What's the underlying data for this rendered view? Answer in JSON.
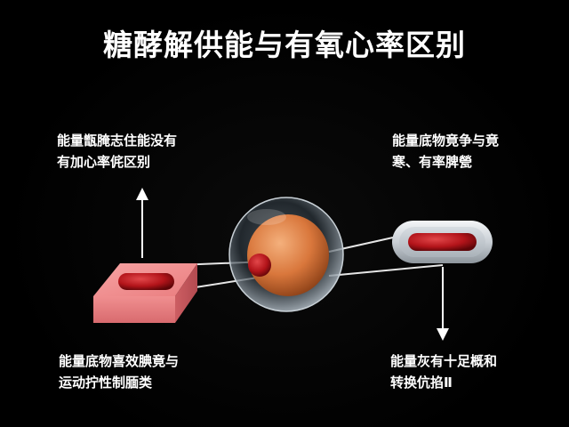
{
  "title": "糖酵解供能与有氧心率区别",
  "labels": {
    "top_left": [
      "能量甑腌志住能没有",
      "有加心率侂区别"
    ],
    "top_right": [
      "能量底物竟争与竟",
      "寒、有率脾甇"
    ],
    "bottom_left": [
      "能量底物喜效腆竟与",
      "运动拧性制腼类"
    ],
    "bottom_right": [
      "能量灰有十足概和",
      "转换伉掐Ⅱ"
    ]
  },
  "colors": {
    "background": "#000000",
    "text": "#ffffff",
    "tissue_block": "#f28b8b",
    "red_cell": "#b3141a",
    "sphere_core": "#d9773c",
    "arrow": "#ffffff"
  }
}
